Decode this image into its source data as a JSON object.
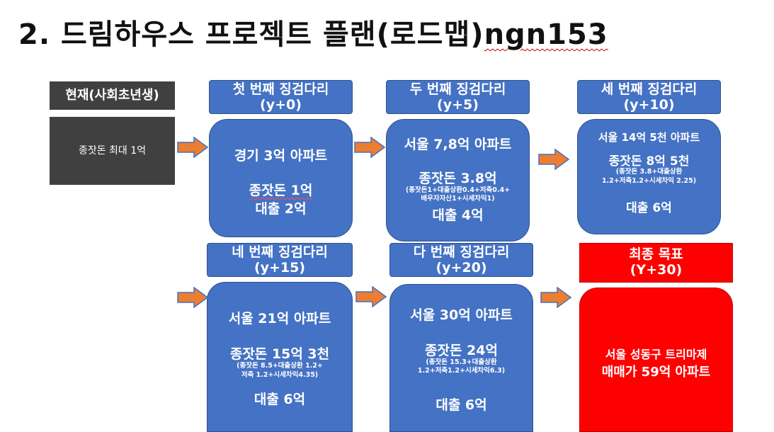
{
  "title": {
    "main": "2. 드림하우스 프로젝트 플랜(로드맵)",
    "suffix": "ngn153"
  },
  "current": {
    "header": "현재(사회초년생)",
    "body": "종잣돈 최대 1억"
  },
  "stages": [
    {
      "header": "첫 번째 징검다리",
      "period": "(y+0)",
      "apartment": "경기 3억 아파트",
      "seed": "종잣돈 1억",
      "loan": "대출 2억"
    },
    {
      "header": "두 번째 징검다리",
      "period": "(y+5)",
      "apartment": "서울 7,8억 아파트",
      "seed": "종잣돈 3.8억",
      "detail1": "(종잣돈1+대출상환0.4+저축0.4+",
      "detail2": "배우자자산1+시세차익1)",
      "loan": "대출 4억"
    },
    {
      "header": "세 번째 징검다리",
      "period": "(y+10)",
      "apartment": "서울 14억 5천 아파트",
      "seed": "종잣돈 8억 5천",
      "detail1": "(종잣돈 3.8+대출상환",
      "detail2": "1.2+저축1.2+시세차익 2.25)",
      "loan": "대출 6억"
    },
    {
      "header": "네 번째 징검다리",
      "period": "(y+15)",
      "apartment": "서울 21억 아파트",
      "seed": "종잣돈 15억 3천",
      "detail1": "(종잣돈 8.5+대출상환 1.2+",
      "detail2": "저축 1.2+시세차익4.35)",
      "loan": "대출 6억"
    },
    {
      "header": "다 번째 징검다리",
      "period": "(y+20)",
      "apartment": "서울 30억 아파트",
      "seed": "종잣돈 24억",
      "detail1": "(종잣돈 15.3+대출상환",
      "detail2": "1.2+저축1.2+시세차익6.3)",
      "loan": "대출 6억"
    }
  ],
  "goal": {
    "header": "최종 목표",
    "period": "(Y+30)",
    "line1": "서울 성동구 트리마제",
    "line2": "매매가 59억 아파트"
  },
  "colors": {
    "card": "#4472c4",
    "goal": "#ff0000",
    "current": "#404040",
    "arrow": "#ed7d31",
    "arrow_outline": "#4472c4"
  },
  "icons": {
    "connector": "right-arrow-icon"
  }
}
